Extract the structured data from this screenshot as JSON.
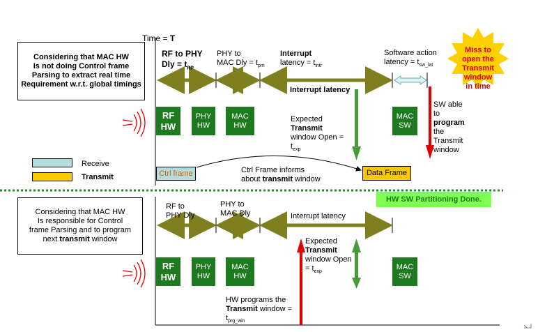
{
  "time_label": {
    "prefix": "Time = ",
    "value": "T"
  },
  "top": {
    "note": [
      "Considering that MAC HW",
      "Is not doing Control frame",
      "Parsing  to extract real time",
      "Requirement w.r.t. global timings"
    ],
    "rf_phy": {
      "line1": "RF to PHY",
      "line2": "Dly = t",
      "sub": "RP"
    },
    "phy_mac": {
      "line1": "PHY to",
      "line2": "MAC Dly = t",
      "sub": "pm"
    },
    "interrupt": {
      "bold": "Interrupt",
      "line2": "latency = t",
      "sub": "intr"
    },
    "sw_action": {
      "line1": "Software action",
      "line2": "latency = t",
      "sub": "sw_lat"
    },
    "interrupt_latency_label": "Interrupt latency",
    "miss": [
      "Miss to",
      "open the",
      "Transmit",
      "window",
      "in time"
    ],
    "blocks": {
      "rf_hw": [
        "RF",
        "HW"
      ],
      "phy_hw": [
        "PHY",
        "HW"
      ],
      "mac_hw": [
        "MAC",
        "HW"
      ],
      "mac_sw": [
        "MAC",
        "SW"
      ]
    },
    "expected": {
      "line1": "Expected",
      "bold": "Transmit",
      "line3": "window Open =",
      "line4": "t",
      "sub": "exp"
    },
    "sw_able": [
      "SW able",
      "to",
      "program",
      "the",
      "Transmit",
      "window"
    ],
    "ctrl_frame": "Ctrl frame",
    "data_frame": "Data Frame",
    "informs": {
      "line1": "Ctrl Frame informs",
      "prefix": "about ",
      "bold": "transmit",
      "suffix": " window"
    }
  },
  "legend": {
    "receive": "Receive",
    "transmit": "Transmit"
  },
  "partition_badge": "HW SW Partitioning Done.",
  "bottom": {
    "note": {
      "line1": "Considering that MAC HW",
      "line2": "Is responsible for Control",
      "line3": "frame Parsing and to program",
      "line4_prefix": "next ",
      "line4_bold": "transmit",
      "line4_suffix": " window"
    },
    "rf_phy": [
      "RF to",
      "PHY Dly"
    ],
    "phy_mac": [
      "PHY to",
      "MAC Dly"
    ],
    "interrupt_latency_label": "Interrupt latency",
    "blocks": {
      "rf_hw": [
        "RF",
        "HW"
      ],
      "phy_hw": [
        "PHY",
        "HW"
      ],
      "mac_hw": [
        "MAC",
        "HW"
      ],
      "mac_sw": [
        "MAC",
        "SW"
      ]
    },
    "expected": {
      "line1": "Expected",
      "bold": "Transmit",
      "line3": "window Open",
      "line4": "= t",
      "sub": "exp"
    },
    "hw_programs": {
      "line1": "HW  programs the",
      "bold": "Transmit",
      "line2_suffix": " window =",
      "line3": "t",
      "sub": "prg_win"
    }
  },
  "colors": {
    "green_block": "#1e7a1e",
    "olive_arrow": "#7f7f1f",
    "red_arrow": "#e00000",
    "green_arrow": "#4a9a3a",
    "receive": "#b4dcdc",
    "transmit": "#f8c800",
    "badge_text": "#1e7a1e",
    "badge_bg": "#7fff4f",
    "star": "#ffd000"
  }
}
